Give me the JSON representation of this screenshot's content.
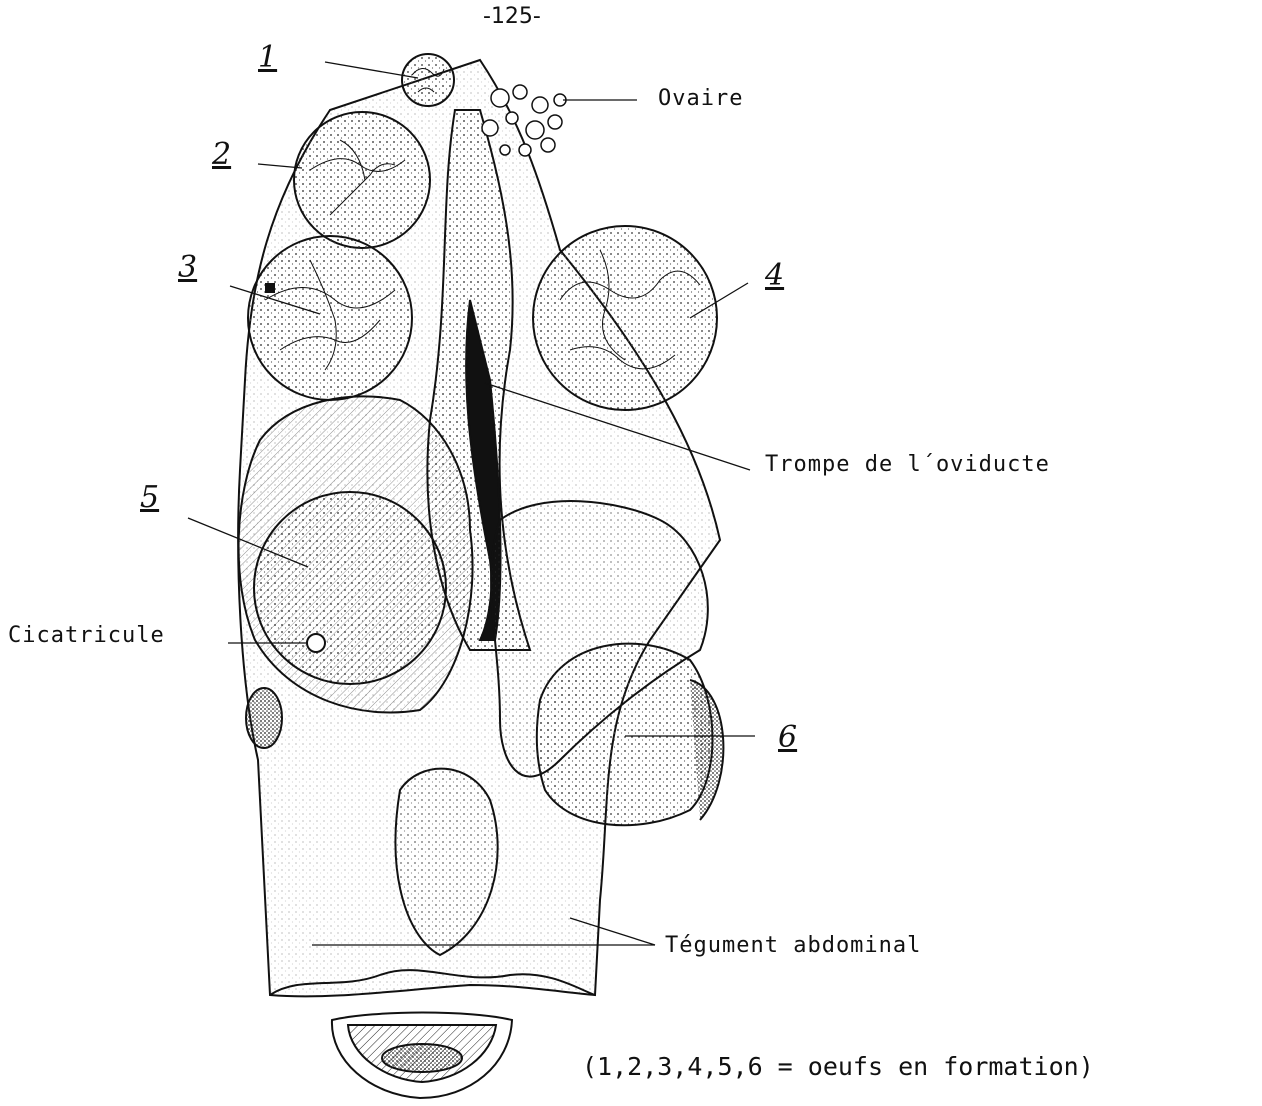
{
  "page_number": "-125-",
  "labels": {
    "ovaire": "Ovaire",
    "trompe": "Trompe de l´oviducte",
    "cicatricule": "Cicatricule",
    "tegument": "Tégument abdominal"
  },
  "egg_numbers": [
    "1",
    "2",
    "3",
    "4",
    "5",
    "6"
  ],
  "caption": "(1,2,3,4,5,6 = oeufs en formation)",
  "colors": {
    "ink": "#111111",
    "paper": "#ffffff"
  }
}
